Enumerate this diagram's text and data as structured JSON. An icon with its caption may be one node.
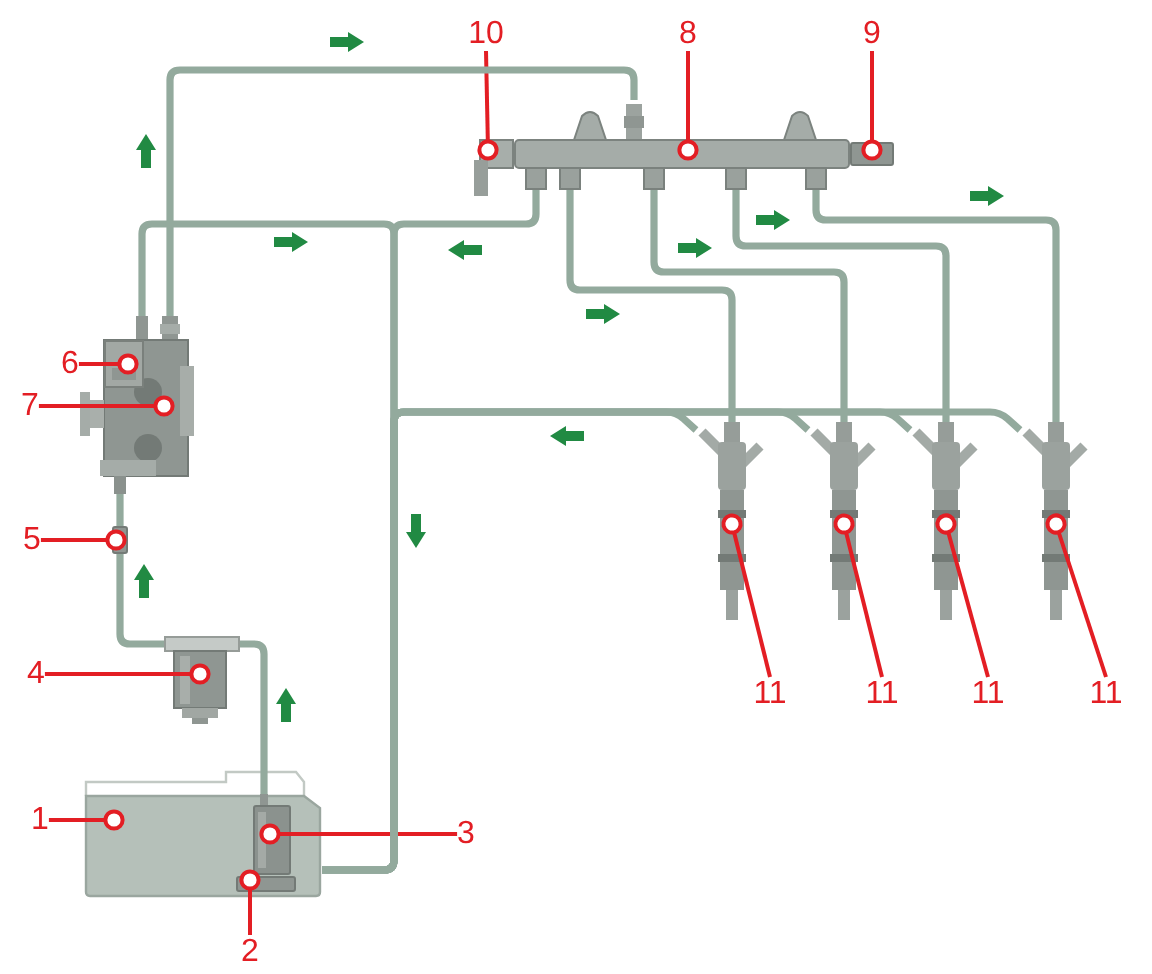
{
  "diagram": {
    "nodes": [
      {
        "text": [
          "10"
        ]
      },
      {
        "text": [
          "8"
        ]
      },
      {
        "text": [
          "9"
        ]
      },
      {
        "text": [
          "6"
        ]
      },
      {
        "text": [
          "7"
        ]
      },
      {
        "text": [
          "5"
        ]
      },
      {
        "text": [
          "4"
        ]
      },
      {
        "text": [
          "11"
        ]
      },
      {
        "text": [
          "11"
        ]
      },
      {
        "text": [
          "11"
        ]
      },
      {
        "text": [
          "11"
        ]
      },
      {
        "text": [
          "1"
        ]
      },
      {
        "text": [
          "3"
        ]
      },
      {
        "text": [
          "2"
        ]
      },
      {
        "text": [],
        "shape": "picture"
      },
      {
        "text": [],
        "shape": "picture"
      },
      {
        "text": [],
        "shape": "box"
      },
      {
        "text": [],
        "shape": "picture"
      },
      {
        "text": [],
        "shape": "picture",
        "in": 17
      },
      {
        "text": [],
        "shape": "box"
      },
      {
        "text": [],
        "shape": "picture"
      },
      {
        "text": [],
        "shape": "picture"
      },
      {
        "text": [],
        "shape": "picture"
      },
      {
        "text": [],
        "shape": "picture"
      },
      {
        "text": [],
        "shape": "picture"
      },
      {
        "text": [],
        "shape": "picture"
      },
      {
        "text": [],
        "shape": "picture",
        "in": 25
      },
      {
        "text": [],
        "shape": "box",
        "in": 25
      }
    ],
    "edges": [
      {
        "from": 0,
        "to": 14,
        "arrow": "other",
        "color": "#e31e24"
      },
      {
        "from": 1,
        "to": 15,
        "arrow": "other",
        "color": "#e31e24"
      },
      {
        "from": 2,
        "to": 16,
        "arrow": "other",
        "color": "#e31e24"
      },
      {
        "from": 3,
        "to": 18,
        "arrow": "other",
        "color": "#e31e24"
      },
      {
        "from": 4,
        "to": 17,
        "arrow": "other",
        "color": "#e31e24"
      },
      {
        "from": 5,
        "to": 19,
        "arrow": "other",
        "color": "#e31e24"
      },
      {
        "from": 6,
        "to": 20,
        "arrow": "other",
        "color": "#e31e24"
      },
      {
        "from": 7,
        "to": 21,
        "arrow": "other",
        "color": "#e31e24"
      },
      {
        "from": 8,
        "to": 22,
        "arrow": "other",
        "color": "#e31e24"
      },
      {
        "from": 9,
        "to": 23,
        "arrow": "other",
        "color": "#e31e24"
      },
      {
        "from": 10,
        "to": 24,
        "arrow": "other",
        "color": "#e31e24"
      },
      {
        "from": 11,
        "to": 25,
        "arrow": "other",
        "color": "#e31e24"
      },
      {
        "from": 12,
        "to": 26,
        "arrow": "other",
        "color": "#e31e24"
      },
      {
        "from": 13,
        "to": 27,
        "arrow": "other",
        "color": "#e31e24"
      },
      {
        "from": 26,
        "to": 20,
        "arrow": "none",
        "style": "thick",
        "color": "#93aa9d"
      },
      {
        "from": 20,
        "to": 19,
        "arrow": "none",
        "style": "thick",
        "color": "#93aa9d"
      },
      {
        "from": 19,
        "to": 17,
        "arrow": "none",
        "style": "thick",
        "color": "#93aa9d"
      },
      {
        "from": 17,
        "to": 15,
        "arrow": "none",
        "style": "thick",
        "color": "#93aa9d"
      },
      {
        "from": 15,
        "to": 21,
        "arrow": "none",
        "style": "thick",
        "color": "#93aa9d"
      },
      {
        "from": 15,
        "to": 22,
        "arrow": "none",
        "style": "thick",
        "color": "#93aa9d"
      },
      {
        "from": 15,
        "to": 23,
        "arrow": "none",
        "style": "thick",
        "color": "#93aa9d"
      },
      {
        "from": 15,
        "to": 24,
        "arrow": "none",
        "style": "thick",
        "color": "#93aa9d"
      },
      {
        "from": 21,
        "to": 25,
        "arrow": "none",
        "style": "thick",
        "color": "#93aa9d"
      },
      {
        "from": 22,
        "to": 25,
        "arrow": "none",
        "style": "thick",
        "color": "#93aa9d"
      },
      {
        "from": 23,
        "to": 25,
        "arrow": "none",
        "style": "thick",
        "color": "#93aa9d"
      },
      {
        "from": 24,
        "to": 25,
        "arrow": "none",
        "style": "thick",
        "color": "#93aa9d"
      },
      {
        "from": 15,
        "to": 25,
        "arrow": "none",
        "style": "thick",
        "color": "#93aa9d"
      },
      {
        "from": 17,
        "to": 25,
        "arrow": "none",
        "style": "thick",
        "color": "#93aa9d"
      }
    ]
  }
}
